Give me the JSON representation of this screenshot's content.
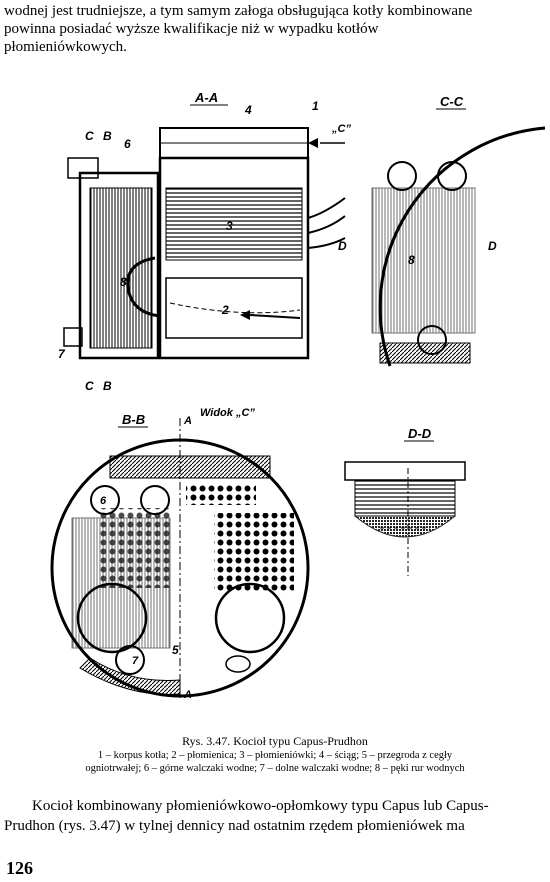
{
  "top_paragraph": {
    "lines": [
      "wodnej jest trudniejsze, a tym samym załoga obsługująca kotły kombinowane",
      "powinna posiadać wyższe kwalifikacje niż w wypadku kotłów",
      "płomieniówkowych."
    ]
  },
  "figure": {
    "view_labels": {
      "aa": "A-A",
      "cc": "C-C",
      "bb": "B-B",
      "dd": "D-D",
      "widok": "Widok „C”"
    },
    "marks": {
      "c": "C",
      "b": "B",
      "a": "A",
      "d": "D",
      "c_quote": "„C”",
      "n1": "1",
      "n2": "2",
      "n3": "3",
      "n4": "4",
      "n5": "5",
      "n6": "6",
      "n7": "7",
      "n8": "8"
    }
  },
  "caption": {
    "title": "Rys. 3.47. Kocioł typu Capus-Prudhon",
    "legend_lines": [
      "1 – korpus kotła; 2 – płomienica; 3 – płomieniówki; 4 – ściąg; 5 – przegroda z cegły",
      "ogniotrwałej; 6 – górne walczaki wodne; 7 – dolne walczaki wodne; 8 – pęki rur wodnych"
    ]
  },
  "bottom_paragraph": {
    "lines": [
      "Kocioł kombinowany płomieniówkowo-opłomkowy typu Capus lub Capus-",
      "Prudhon (rys. 3.47) w tylnej dennicy nad ostatnim rzędem płomieniówek ma"
    ]
  },
  "page_number": "126"
}
